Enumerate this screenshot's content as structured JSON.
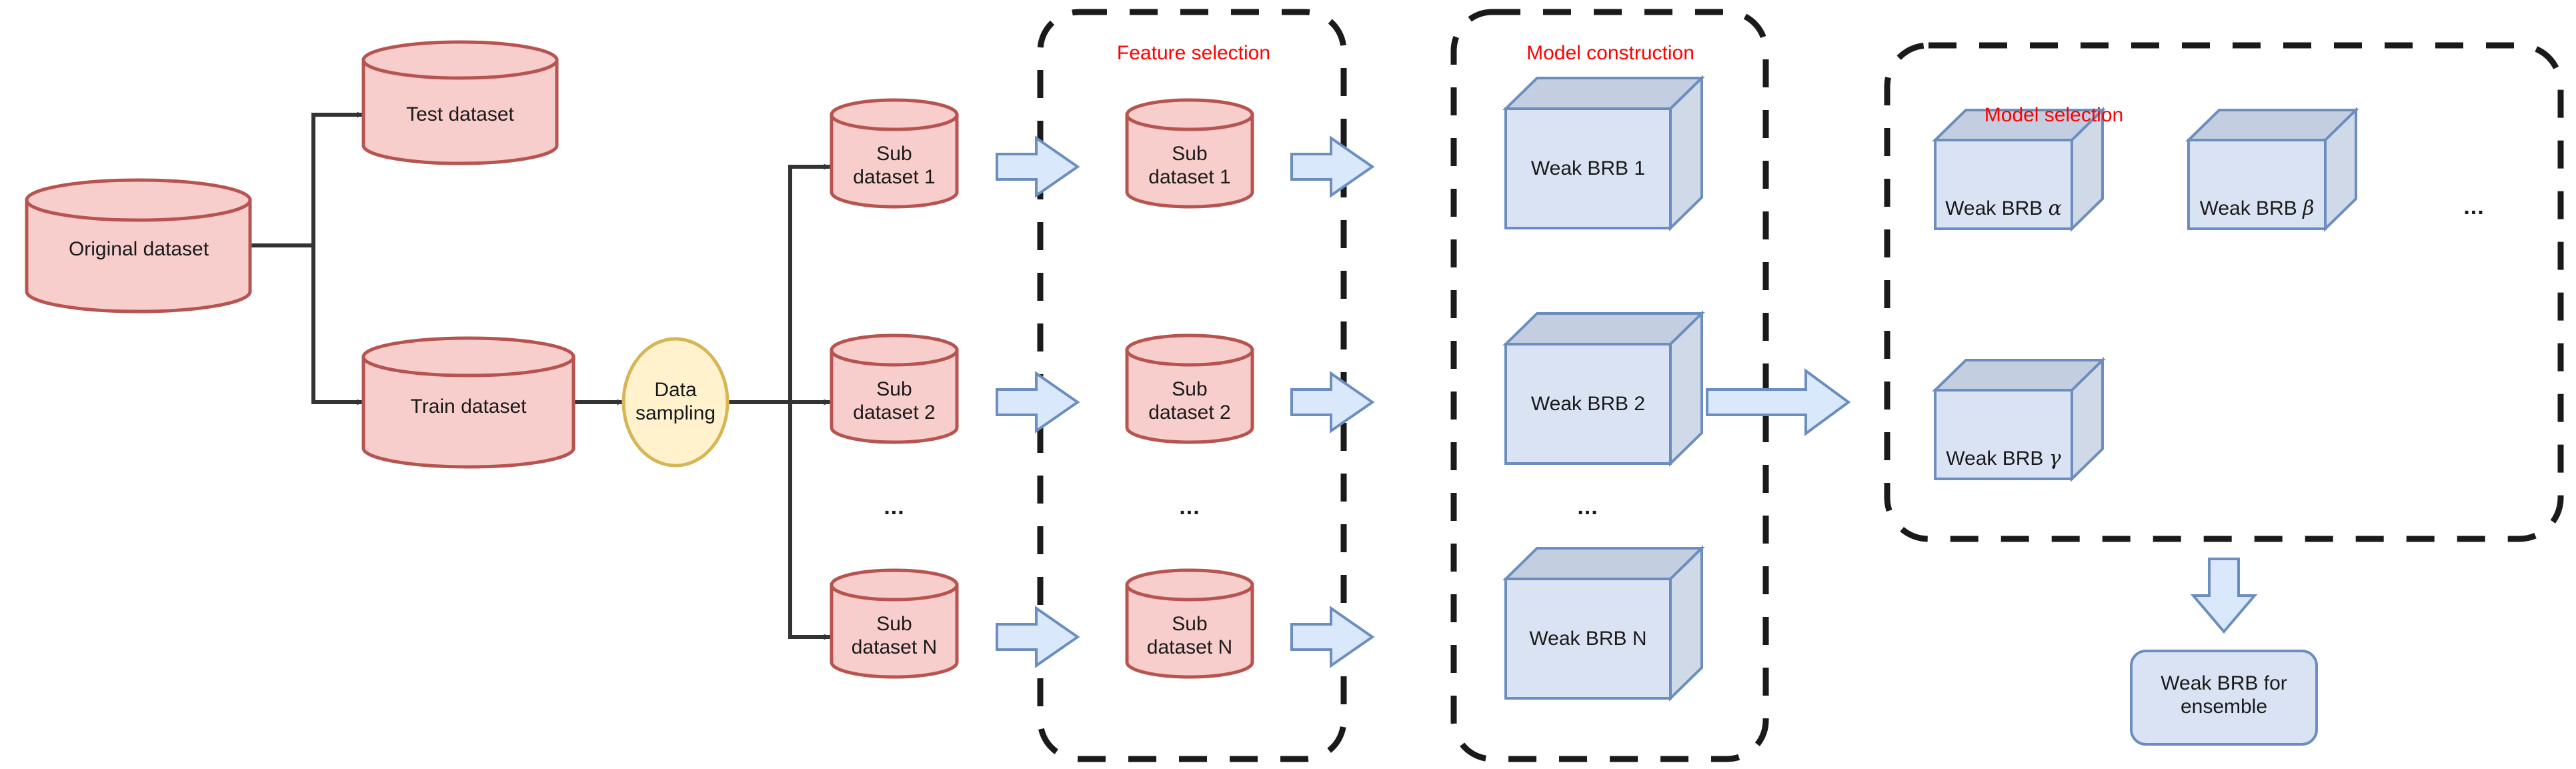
{
  "diagram": {
    "title_present": false,
    "colors": {
      "cylinder_fill": "#f8cecc",
      "cylinder_stroke": "#b85450",
      "ellipse_fill": "#fff2cc",
      "ellipse_stroke": "#d6b656",
      "box_front_fill": "#dae3f3",
      "box_top_fill": "#c3cfe0",
      "box_stroke": "#6b8ebe",
      "arrow_fill": "#dae8fc",
      "arrow_stroke": "#6c8ebf",
      "connector_stroke": "#333333",
      "group_border": "#1a1a1a",
      "group_label": "#ff0000",
      "text": "#1a1a1a",
      "background": "#ffffff"
    },
    "groups": [
      {
        "id": "feature-selection",
        "label": "Feature selection"
      },
      {
        "id": "model-construction",
        "label": "Model construction"
      },
      {
        "id": "model-selection",
        "label": "Model selection"
      }
    ],
    "cylinders": [
      {
        "id": "original-dataset",
        "label": "Original dataset"
      },
      {
        "id": "test-dataset",
        "label": "Test dataset"
      },
      {
        "id": "train-dataset",
        "label": "Train dataset"
      },
      {
        "id": "sub-dataset-1",
        "label": "Sub\ndataset 1"
      },
      {
        "id": "sub-dataset-2",
        "label": "Sub\ndataset 2"
      },
      {
        "id": "sub-dataset-n",
        "label": "Sub\ndataset N"
      },
      {
        "id": "fs-sub-dataset-1",
        "label": "Sub\ndataset 1"
      },
      {
        "id": "fs-sub-dataset-2",
        "label": "Sub\ndataset 2"
      },
      {
        "id": "fs-sub-dataset-n",
        "label": "Sub\ndataset N"
      }
    ],
    "ellipses": [
      {
        "id": "data-sampling",
        "label": "Data\nsampling"
      }
    ],
    "cubes": [
      {
        "id": "weak-brb-1",
        "label": "Weak BRB 1"
      },
      {
        "id": "weak-brb-2",
        "label": "Weak BRB 2"
      },
      {
        "id": "weak-brb-n",
        "label": "Weak BRB N"
      },
      {
        "id": "weak-brb-alpha",
        "label_prefix": "Weak BRB ",
        "label_symbol": "α"
      },
      {
        "id": "weak-brb-beta",
        "label_prefix": "Weak BRB ",
        "label_symbol": "β"
      },
      {
        "id": "weak-brb-gamma",
        "label_prefix": "Weak BRB ",
        "label_symbol": "γ"
      }
    ],
    "rounded_boxes": [
      {
        "id": "weak-brb-ensemble",
        "label": "Weak BRB for\nensemble"
      }
    ],
    "ellipsis_marks": [
      {
        "id": "ellipsis-sub-datasets",
        "text": "..."
      },
      {
        "id": "ellipsis-fs-sub-datasets",
        "text": "..."
      },
      {
        "id": "ellipsis-weak-brbs",
        "text": "..."
      },
      {
        "id": "ellipsis-model-selection",
        "text": "..."
      }
    ],
    "block_arrows": [
      {
        "id": "arrow-fs-1",
        "direction": "right"
      },
      {
        "id": "arrow-fs-2",
        "direction": "right"
      },
      {
        "id": "arrow-fs-n",
        "direction": "right"
      },
      {
        "id": "arrow-mc-1",
        "direction": "right"
      },
      {
        "id": "arrow-mc-2",
        "direction": "right"
      },
      {
        "id": "arrow-mc-n",
        "direction": "right"
      },
      {
        "id": "arrow-to-model-selection",
        "direction": "right"
      },
      {
        "id": "arrow-to-ensemble",
        "direction": "down"
      }
    ],
    "connectors": [
      {
        "id": "connector-original-to-test",
        "from": "original-dataset",
        "to": "test-dataset"
      },
      {
        "id": "connector-original-to-train",
        "from": "original-dataset",
        "to": "train-dataset"
      },
      {
        "id": "connector-train-to-sampling",
        "from": "train-dataset",
        "to": "data-sampling"
      },
      {
        "id": "connector-sampling-to-sub1",
        "from": "data-sampling",
        "to": "sub-dataset-1"
      },
      {
        "id": "connector-sampling-to-sub2",
        "from": "data-sampling",
        "to": "sub-dataset-2"
      },
      {
        "id": "connector-sampling-to-subn",
        "from": "data-sampling",
        "to": "sub-dataset-n"
      }
    ]
  }
}
